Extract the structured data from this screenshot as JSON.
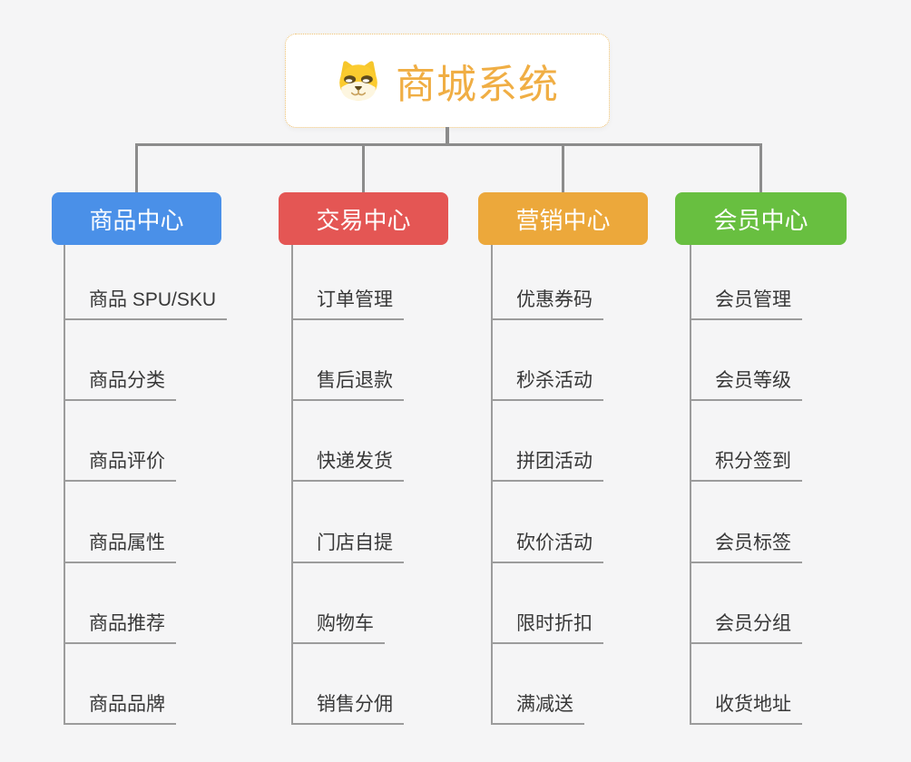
{
  "root": {
    "title": "商城系统",
    "icon": "shiba-dog-icon"
  },
  "branches": [
    {
      "label": "商品中心",
      "color": "#4A90E8",
      "items": [
        "商品 SPU/SKU",
        "商品分类",
        "商品评价",
        "商品属性",
        "商品推荐",
        "商品品牌"
      ]
    },
    {
      "label": "交易中心",
      "color": "#E45654",
      "items": [
        "订单管理",
        "售后退款",
        "快递发货",
        "门店自提",
        "购物车",
        "销售分佣"
      ]
    },
    {
      "label": "营销中心",
      "color": "#ECA83B",
      "items": [
        "优惠券码",
        "秒杀活动",
        "拼团活动",
        "砍价活动",
        "限时折扣",
        "满减送"
      ]
    },
    {
      "label": "会员中心",
      "color": "#68BF40",
      "items": [
        "会员管理",
        "会员等级",
        "积分签到",
        "会员标签",
        "会员分组",
        "收货地址"
      ]
    }
  ],
  "colors": {
    "background": "#f5f5f6",
    "rootBorder": "#eec06f",
    "rootTitle": "#f0ae44",
    "treeLine": "#8c8c8c",
    "childLine": "#9c9c9c",
    "childText": "#383838"
  }
}
